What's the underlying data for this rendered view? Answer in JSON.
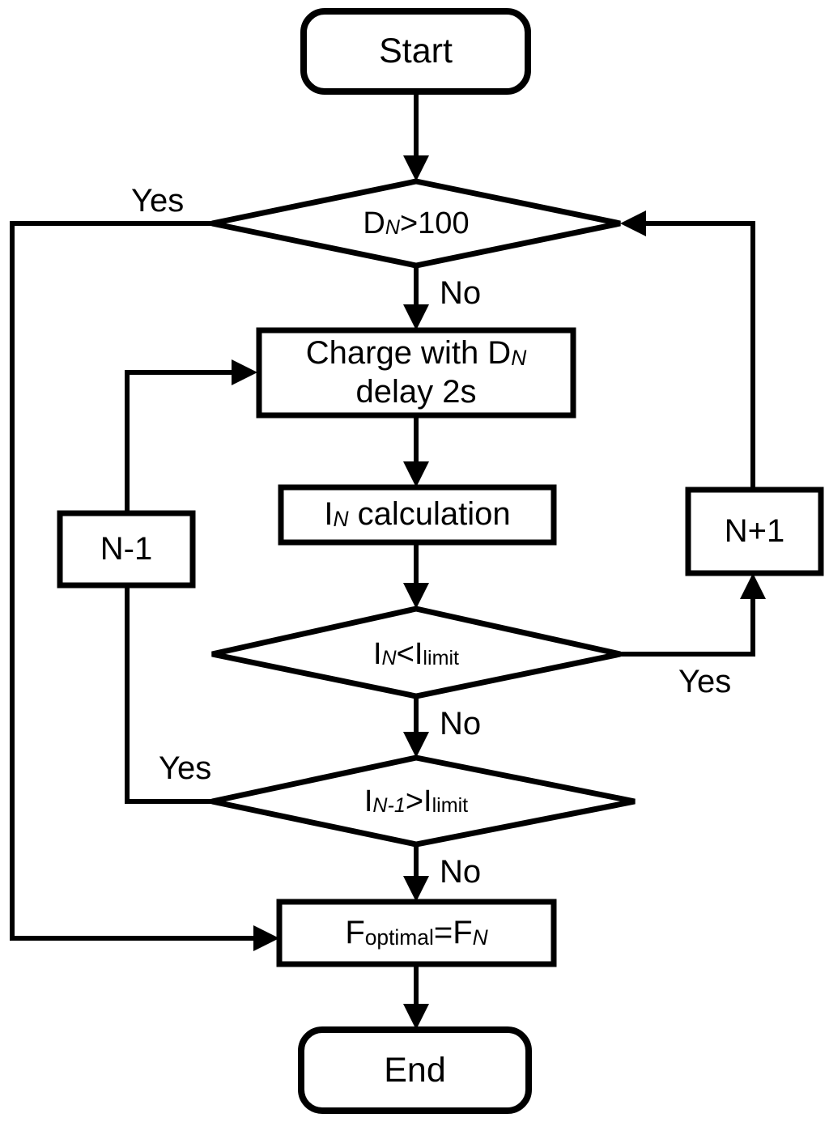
{
  "diagram": {
    "title": "Charging control algorithm flowchart",
    "type": "flowchart",
    "background": "#ffffff",
    "line_color": "#000000"
  },
  "nodes": {
    "start": {
      "label": "Start",
      "shape": "terminator"
    },
    "decision_duty": {
      "label": "D<sub>N</sub>>100",
      "plain": "DN>100",
      "shape": "decision"
    },
    "charge": {
      "label": "Charge with D<sub>N</sub>\ndelay 2s",
      "line1": "Charge with D",
      "line1_sub": "N",
      "line2": "delay 2s",
      "shape": "process"
    },
    "current_calc": {
      "line1": "I",
      "line1_sub": "N",
      "line1_rest": " calculation",
      "plain": "IN calculation",
      "shape": "process"
    },
    "decision_ilimit_lt": {
      "pre": "I",
      "sub1": "N",
      "op": "<I",
      "sub2": "limit",
      "plain": "IN<Ilimit",
      "shape": "decision"
    },
    "decision_ilimit_gt": {
      "pre": "I",
      "sub1": "N-1",
      "op": ">I",
      "sub2": "limit",
      "plain": "IN-1>Ilimit",
      "shape": "decision"
    },
    "n_minus_1": {
      "label": "N-1",
      "shape": "process"
    },
    "n_plus_1": {
      "label": "N+1",
      "shape": "process"
    },
    "f_optimal": {
      "pre": "F",
      "sub1": "optimal",
      "op": "=F",
      "sub2": "N",
      "plain": "Foptimal=FN",
      "shape": "process"
    },
    "end": {
      "label": "End",
      "shape": "terminator"
    }
  },
  "edge_labels": {
    "duty_yes": "Yes",
    "duty_no": "No",
    "ilt_yes": "Yes",
    "ilt_no": "No",
    "igt_yes": "Yes",
    "igt_no": "No"
  }
}
